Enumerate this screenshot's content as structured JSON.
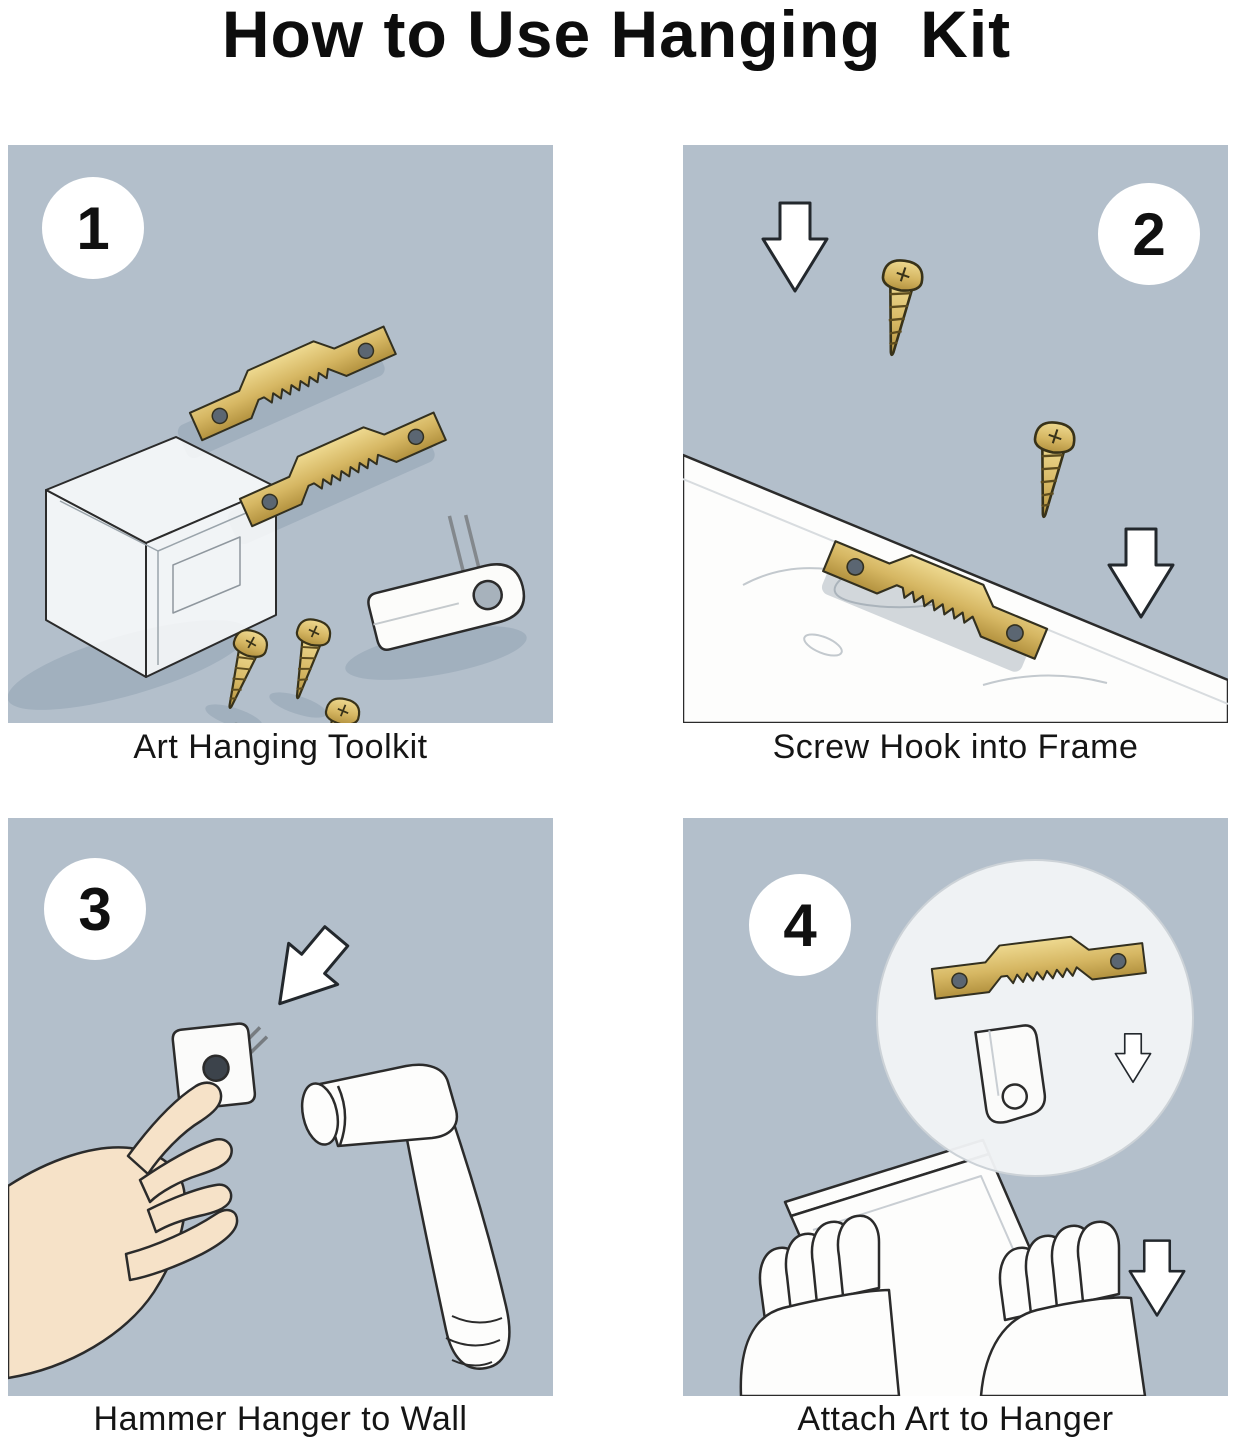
{
  "title": "How to Use Hanging  Kit",
  "panels": [
    {
      "number": "1",
      "caption": "Art Hanging Toolkit"
    },
    {
      "number": "2",
      "caption": "Screw Hook into Frame"
    },
    {
      "number": "3",
      "caption": "Hammer Hanger to Wall"
    },
    {
      "number": "4",
      "caption": "Attach Art to Hanger"
    }
  ],
  "icons": [
    "sawtooth-hanger-icon",
    "screw-icon",
    "storage-box-icon",
    "plastic-hook-icon",
    "down-arrow-icon",
    "wood-board-icon",
    "hand-icon",
    "hammer-icon",
    "picture-frame-icon",
    "magnifier-circle"
  ],
  "colors": {
    "panel_background": "#b3bfcb",
    "brass_light": "#eed990",
    "brass": "#d6b763",
    "brass_dark": "#b3923f",
    "outline": "#2b2b2b",
    "skin": "#f6e2c8",
    "white": "#fdfdfc",
    "shadow": "#93a4b4"
  }
}
